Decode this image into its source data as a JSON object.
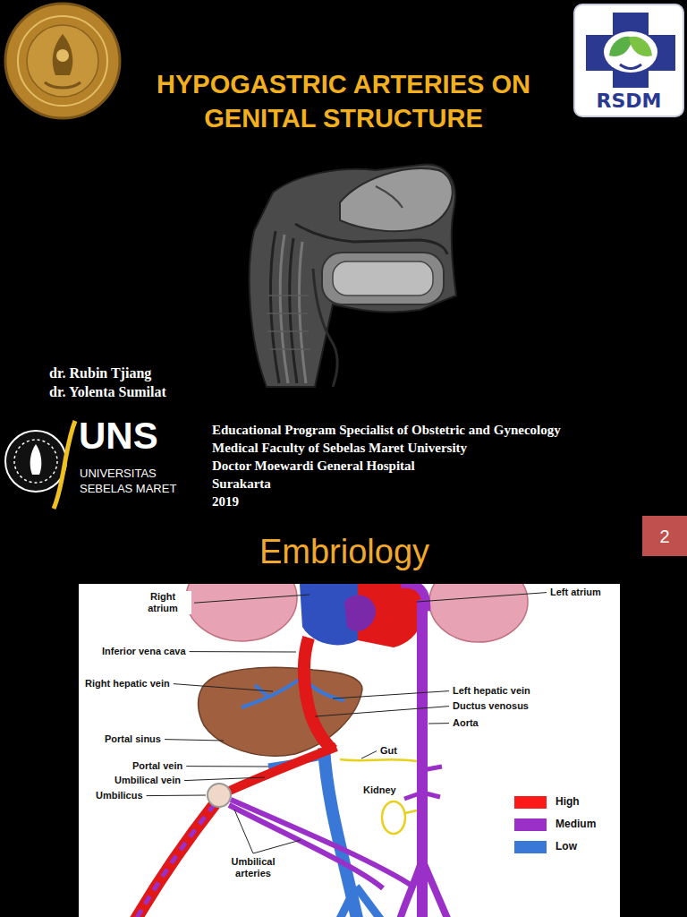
{
  "diagram": {
    "title": "HYPOGASTRIC ARTERIES ON GENITAL STRUCTURE",
    "nodes": [
      {
        "text": [
          "RSDM"
        ]
      },
      {
        "text": [
          "2"
        ]
      }
    ],
    "labels": [
      "dr. Rubin Tjiang",
      "dr. Yolenta Sumilat",
      "UNS",
      "UNIVERSITAS",
      "SEBELAS MARET",
      "Educational Program Specialist of Obstetric and Gynecology",
      "Medical Faculty of Sebelas Maret University",
      "Doctor Moewardi General Hospital",
      "Surakarta",
      "2019",
      "Embriology",
      "Right atrium",
      "Left atrium",
      "Inferior vena cava",
      "Right hepatic vein",
      "Left hepatic vein",
      "Ductus venosus",
      "Aorta",
      "Portal sinus",
      "Gut",
      "Portal vein",
      "Umbilical vein",
      "Kidney",
      "Umbilicus",
      "Umbilical arteries"
    ],
    "legend": [
      {
        "text": "High",
        "color": "#ff1a1a"
      },
      {
        "text": "Medium",
        "color": "#9b30c8"
      },
      {
        "text": "Low",
        "color": "#3a78d8"
      }
    ]
  }
}
